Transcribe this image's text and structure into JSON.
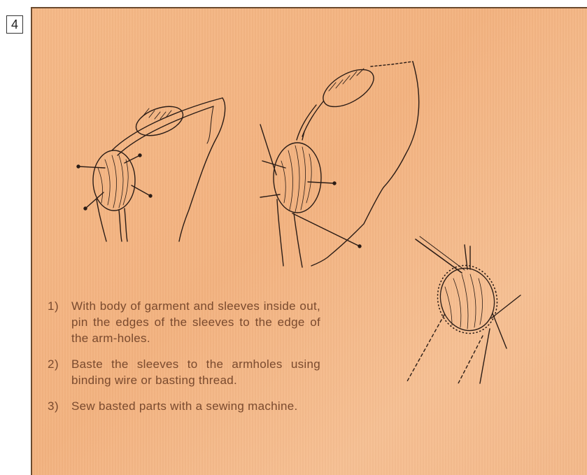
{
  "step_number": "4",
  "colors": {
    "panel_background": "#f4b583",
    "text": "#7a4a2e",
    "line_art": "#2a1c16"
  },
  "instructions": [
    {
      "number": "1)",
      "text": "With body of garment and sleeves inside out, pin the edges of the sleeves to the edge of the arm-holes."
    },
    {
      "number": "2)",
      "text": "Baste the sleeves to the armholes using binding wire or basting thread."
    },
    {
      "number": "3)",
      "text": "Sew basted parts with a sewing machine."
    }
  ],
  "illustrations": [
    "garment-pinned-sleeve",
    "garment-pinned-sleeve-side-view",
    "sleeve-basted-closeup"
  ]
}
